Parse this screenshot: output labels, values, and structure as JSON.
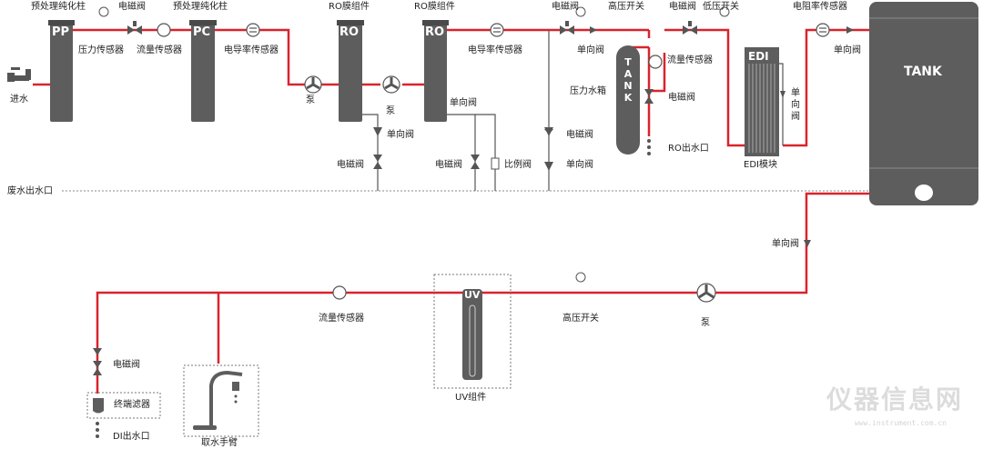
{
  "labels": {
    "pre1": "预处理纯化柱",
    "pre2": "预处理纯化柱",
    "sv1": "电磁阀",
    "ro1": "RO膜组件",
    "ro2": "RO膜组件",
    "sv_top2": "电磁阀",
    "hp_sw": "高压开关",
    "sv_top3": "电磁阀",
    "lp_sw": "低压开关",
    "res_sensor": "电阻率传感器",
    "inlet": "进水",
    "pressure_sensor": "压力传感器",
    "flow1": "流量传感器",
    "cond1": "电导率传感器",
    "cond2": "电导率传感器",
    "check_top": "单向阀",
    "check_tank": "单向阀",
    "pump1": "泵",
    "pump2": "泵",
    "pressure_tank": "压力水箱",
    "flow2": "流量传感器",
    "sv_ro_out": "电磁阀",
    "check_ro1": "单向阀",
    "check_ro2": "单向阀",
    "sv_mid1": "电磁阀",
    "sv_mid2": "电磁阀",
    "sv_mid3": "电磁阀",
    "ratio_valve": "比例阀",
    "check_low": "单向阀",
    "ro_outlet": "RO出水口",
    "edi_module": "EDI模块",
    "edi_check": "单向阀",
    "waste": "废水出水口",
    "check_bottom": "单向阀",
    "flow3": "流量传感器",
    "hp_sw2": "高压开关",
    "pump3": "泵",
    "sv_left": "电磁阀",
    "terminal_filter": "终端滤器",
    "di_outlet": "DI出水口",
    "uv_module": "UV组件",
    "dispenser": "取水手臂"
  },
  "components": {
    "pp": "PP",
    "pc": "PC",
    "ro1": "RO",
    "ro2": "RO",
    "tank": "TANK",
    "edi": "EDI",
    "uv": "UV",
    "big_tank": "TANK"
  },
  "watermark": {
    "main": "仪器信息网",
    "sub": "www.instrument.com.cn"
  },
  "colors": {
    "pipe": "#d9232d",
    "waste_line": "#888888",
    "component": "#5d5d5d",
    "component_dark": "#4a4a4a",
    "valve": "#555555",
    "label": "#222222"
  }
}
